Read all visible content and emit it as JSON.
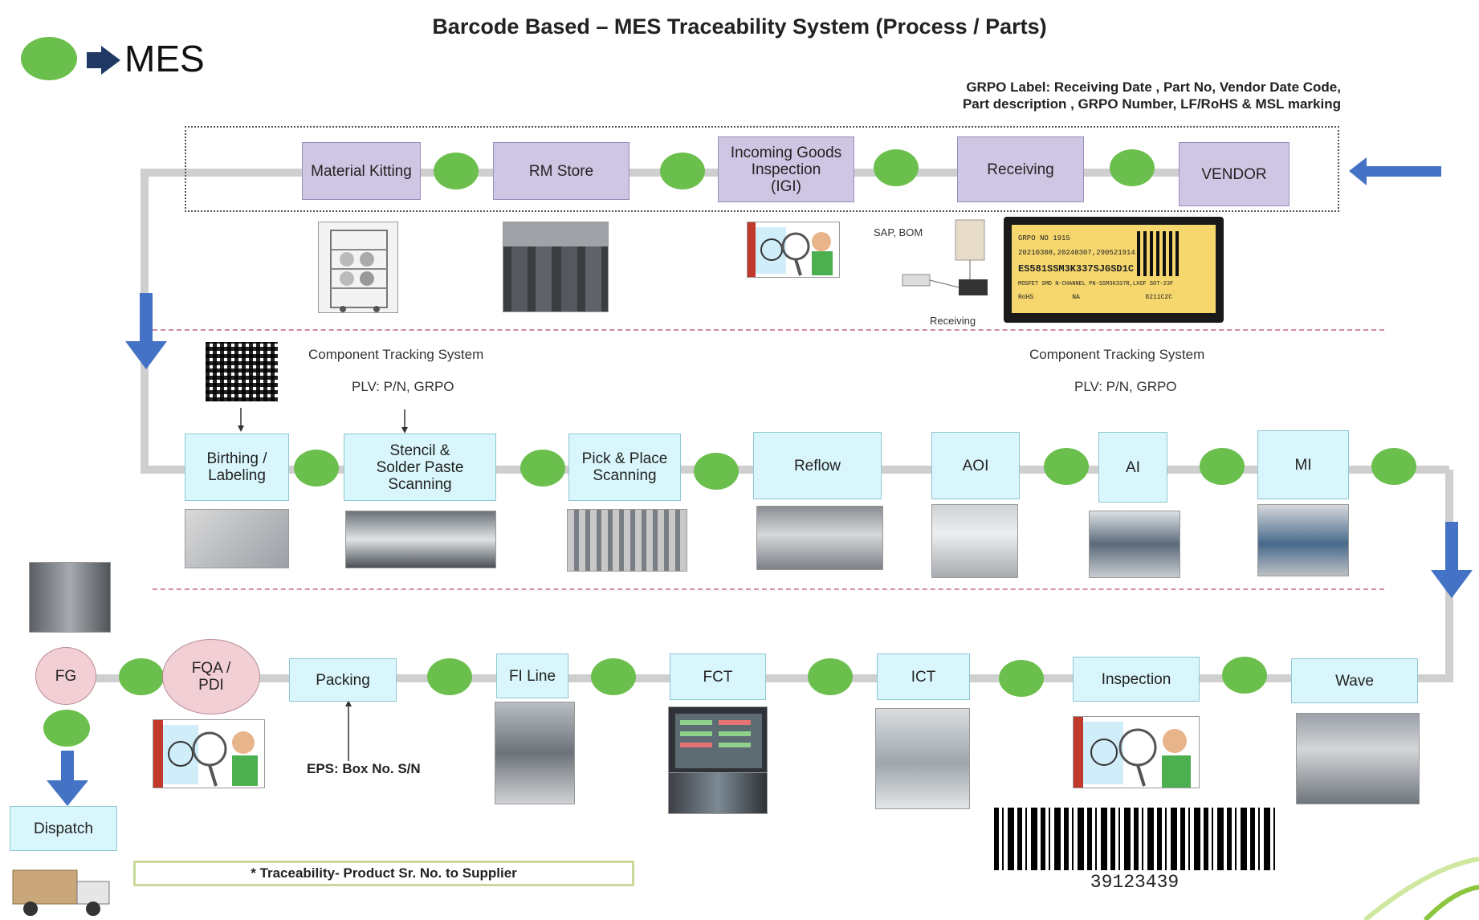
{
  "title": "Barcode Based – MES Traceability System  (Process / Parts)",
  "legend": {
    "label": "MES",
    "dot_color": "#6bbf4d"
  },
  "grpo_label": {
    "line1": "GRPO Label: Receiving Date , Part No,  Vendor Date Code,",
    "line2": "Part description , GRPO Number, LF/RoHS & MSL marking"
  },
  "row1": {
    "material_kitting": "Material Kitting",
    "rm_store": "RM  Store",
    "igi": [
      "Incoming Goods",
      "Inspection",
      "(IGI)"
    ],
    "receiving": "Receiving",
    "vendor": "VENDOR"
  },
  "sap_bom": "SAP, BOM",
  "receiving_caption": "Receiving",
  "label_sticker": {
    "line1": "GRPO NO 1915",
    "line2": "20210308,20240307,290521914",
    "line3": "ES581SSM3K337SJGSD1C",
    "line4": "MOSFET SMD N-CHANNEL PN-SSM3K337R,LXGF SOT-23F",
    "line5": "RoHS          NA                 8211C2C"
  },
  "component_tracking": {
    "left_title": "Component  Tracking System",
    "left_sub": "PLV: P/N, GRPO",
    "right_title": "Component  Tracking System",
    "right_sub": "PLV: P/N, GRPO"
  },
  "row2": {
    "birthing": [
      "Birthing /",
      "Labeling"
    ],
    "stencil": [
      "Stencil &",
      "Solder Paste",
      "Scanning"
    ],
    "pick_place": [
      "Pick & Place",
      "Scanning"
    ],
    "reflow": "Reflow",
    "aoi": "AOI",
    "ai": "AI",
    "mi": "MI"
  },
  "row3": {
    "fg": "FG",
    "fqa": [
      "FQA /",
      "PDI"
    ],
    "packing": "Packing",
    "fi_line": "FI Line",
    "fct": "FCT",
    "ict": "ICT",
    "inspection": "Inspection",
    "wave": "Wave"
  },
  "eps": "EPS: Box No. S/N",
  "dispatch": "Dispatch",
  "traceability_note": "* Traceability- Product Sr. No. to Supplier",
  "barcode_number": "39123439",
  "colors": {
    "purple_box": "#cfc6e3",
    "cyan_box": "#d8f6fb",
    "pink_circle": "#f2cfd5",
    "arrow_blue": "#4472c4",
    "line_grey": "#cfcfcf"
  }
}
